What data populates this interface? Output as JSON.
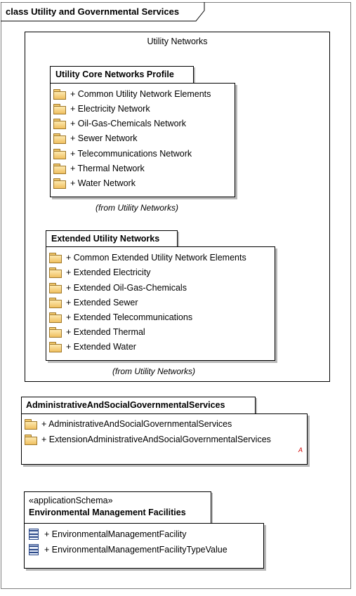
{
  "diagram_title": "class Utility and Governmental Services",
  "outer_package": {
    "label": "Utility Networks",
    "core_profile": {
      "title": "Utility Core Networks Profile",
      "items": [
        "+ Common Utility Network Elements",
        "+ Electricity Network",
        "+ Oil-Gas-Chemicals Network",
        "+ Sewer Network",
        "+ Telecommunications Network",
        "+ Thermal Network",
        "+ Water Network"
      ],
      "from": "(from Utility Networks)"
    },
    "extended": {
      "title": "Extended Utility Networks",
      "items": [
        "+ Common Extended Utility Network Elements",
        "+ Extended Electricity",
        "+ Extended Oil-Gas-Chemicals",
        "+ Extended Sewer",
        "+ Extended Telecommunications",
        "+ Extended Thermal",
        "+ Extended Water"
      ],
      "from": "(from Utility Networks)"
    }
  },
  "admin_package": {
    "title": "AdministrativeAndSocialGovernmentalServices",
    "items": [
      "+ AdministrativeAndSocialGovernmentalServices",
      "+ ExtensionAdministrativeAndSocialGovernmentalServices"
    ],
    "marker": "A"
  },
  "env_package": {
    "stereotype": "«applicationSchema»",
    "title": "Environmental Management Facilities",
    "items": [
      "+ EnvironmentalManagementFacility",
      "+ EnvironmentalManagementFacilityTypeValue"
    ]
  }
}
